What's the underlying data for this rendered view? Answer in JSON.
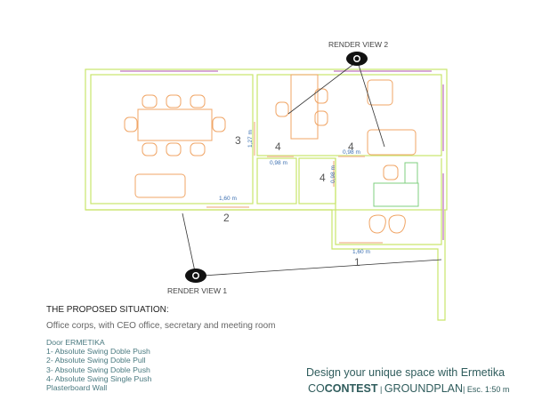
{
  "render_views": [
    {
      "label": "RENDER VIEW 2"
    },
    {
      "label": "RENDER VIEW 1"
    }
  ],
  "door_numbers": [
    "3",
    "4",
    "4",
    "4",
    "2",
    "1"
  ],
  "dimensions": [
    "1,27 m",
    "0,98 m",
    "0,98 m",
    "0,98 m",
    "1,60 m",
    "1,60 m"
  ],
  "heading": "THE PROPOSED SITUATION:",
  "description": "Office corps, with CEO office, secretary and meeting room",
  "legend": {
    "title": "Door ERMETIKA",
    "items": [
      "1- Absolute Swing Doble  Push",
      "2- Absolute Swing Doble  Pull",
      "3- Absolute Swing Doble  Push",
      "4- Absolute Swing Single Push"
    ],
    "wall": "Plasterboard Wall"
  },
  "tagline": "Design your unique space with Ermetika",
  "brand": {
    "prefix": "CO",
    "bold": "CONTEST",
    "sep": " | ",
    "section": "GROUNDPLAN",
    "sep2": "| ",
    "scale": "Esc. 1:50 m"
  },
  "colors": {
    "wall": "#c9e56c",
    "furniture": "#f0a566",
    "desk": "#7fcf7f",
    "dim": "#3b6fb0",
    "window": "#d8a8d8"
  }
}
